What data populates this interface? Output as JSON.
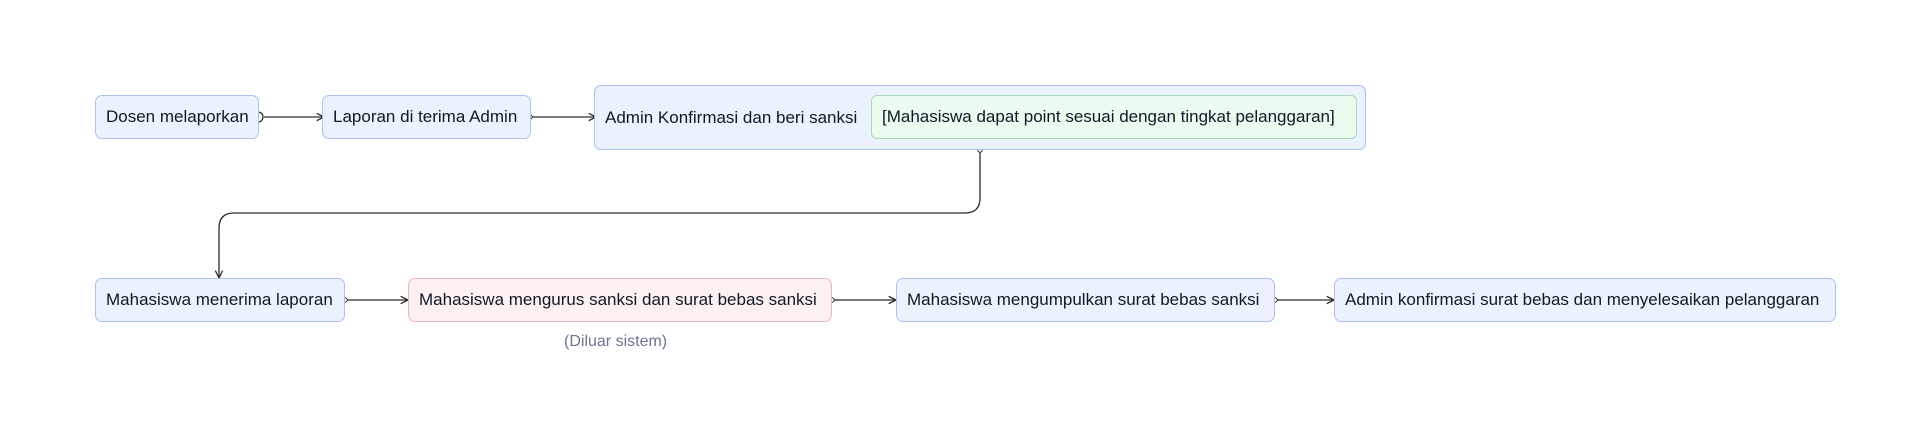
{
  "diagram": {
    "nodes": {
      "n1": "Dosen melaporkan",
      "n2": "Laporan di terima Admin",
      "n3": "Admin Konfirmasi dan beri sanksi",
      "n3_inner": "[Mahasiswa dapat point sesuai dengan tingkat pelanggaran]",
      "n4": "Mahasiswa menerima laporan",
      "n5": "Mahasiswa mengurus sanksi dan surat bebas sanksi",
      "n6": "Mahasiswa mengumpulkan surat bebas sanksi",
      "n7": "Admin konfirmasi surat bebas dan menyelesaikan pelanggaran"
    },
    "note": "(Diluar sistem)",
    "colors": {
      "node_fill": "#ebf2fd",
      "node_border": "#a9c3ee",
      "external_fill": "#fdf0f1",
      "external_border": "#e9b4bb",
      "detail_fill": "#ecfbef",
      "detail_border": "#a7d9b5",
      "edge": "#2b2b2b",
      "note": "#6b7591"
    }
  }
}
